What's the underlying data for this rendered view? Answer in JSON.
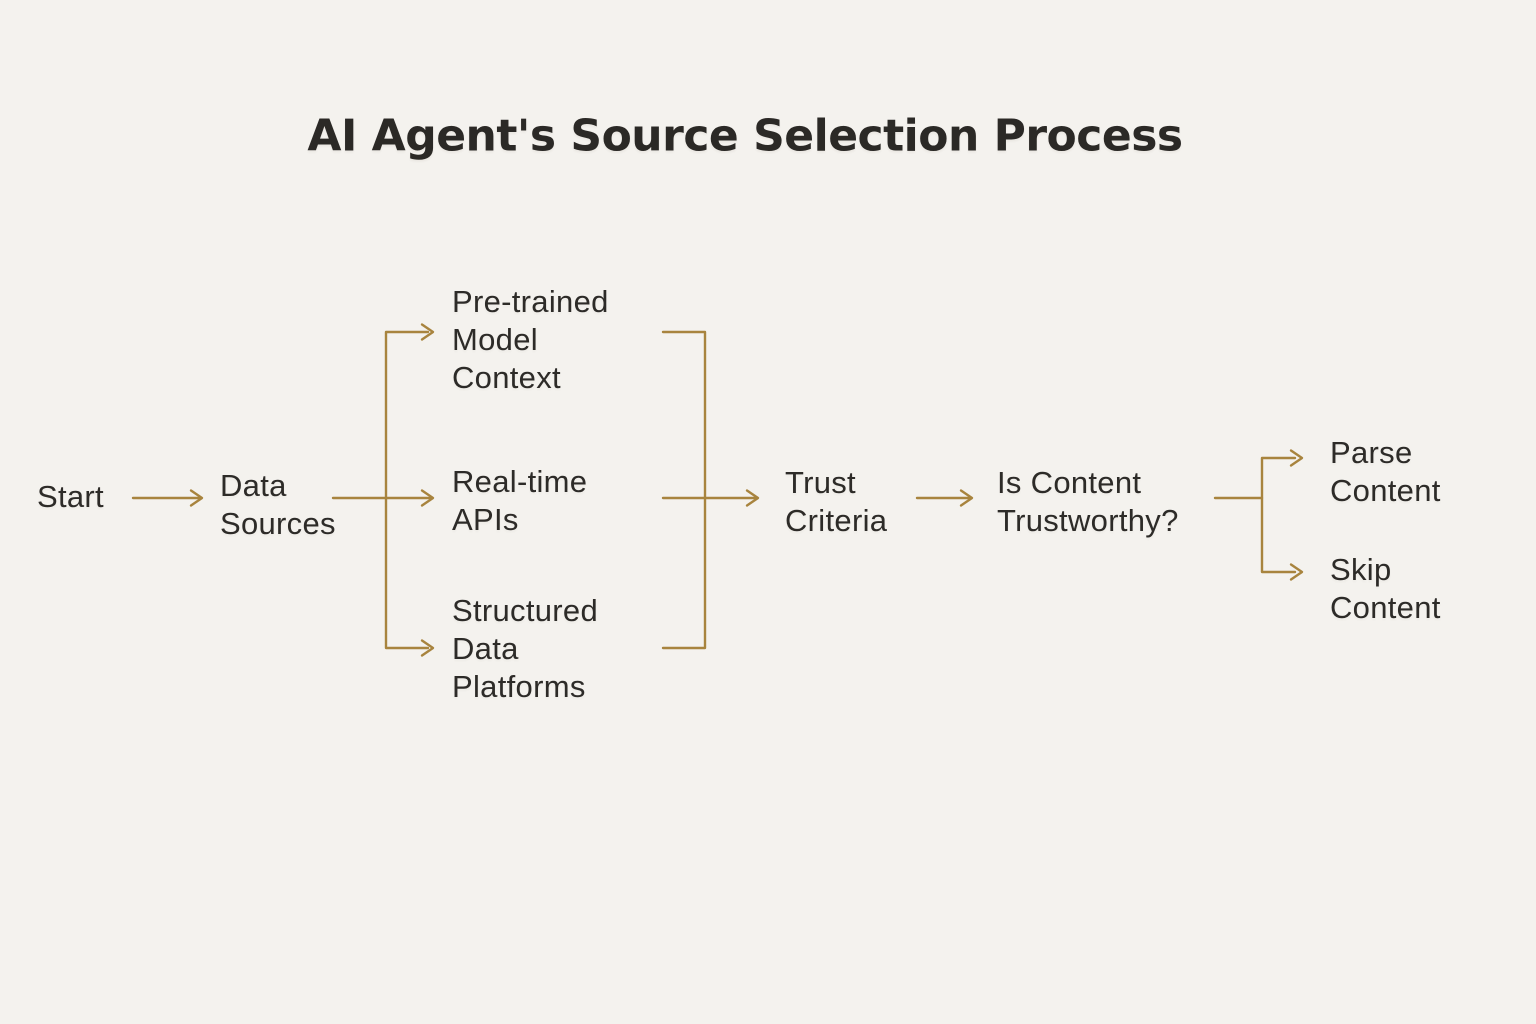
{
  "title": "AI Agent's Source Selection Process",
  "colors": {
    "background": "#f4f2ee",
    "text": "#2d2b28",
    "connector": "#a8843e"
  },
  "diagram": {
    "type": "flowchart",
    "direction": "left-to-right",
    "arrow_style": "open-chevron",
    "nodes": {
      "start": {
        "label": "Start"
      },
      "data_sources": {
        "label": "Data\nSources"
      },
      "pretrained_model_context": {
        "label": "Pre-trained\nModel\nContext"
      },
      "realtime_apis": {
        "label": "Real-time\nAPIs"
      },
      "structured_data_platforms": {
        "label": "Structured\nData\nPlatforms"
      },
      "trust_criteria": {
        "label": "Trust\nCriteria"
      },
      "is_content_trustworthy": {
        "label": "Is Content\nTrustworthy?"
      },
      "parse_content": {
        "label": "Parse\nContent"
      },
      "skip_content": {
        "label": "Skip\nContent"
      }
    },
    "edges": [
      {
        "from": "start",
        "to": "data_sources"
      },
      {
        "from": "data_sources",
        "to": "pretrained_model_context"
      },
      {
        "from": "data_sources",
        "to": "realtime_apis"
      },
      {
        "from": "data_sources",
        "to": "structured_data_platforms"
      },
      {
        "from": "pretrained_model_context",
        "to": "trust_criteria"
      },
      {
        "from": "realtime_apis",
        "to": "trust_criteria"
      },
      {
        "from": "structured_data_platforms",
        "to": "trust_criteria"
      },
      {
        "from": "trust_criteria",
        "to": "is_content_trustworthy"
      },
      {
        "from": "is_content_trustworthy",
        "to": "parse_content"
      },
      {
        "from": "is_content_trustworthy",
        "to": "skip_content"
      }
    ]
  }
}
